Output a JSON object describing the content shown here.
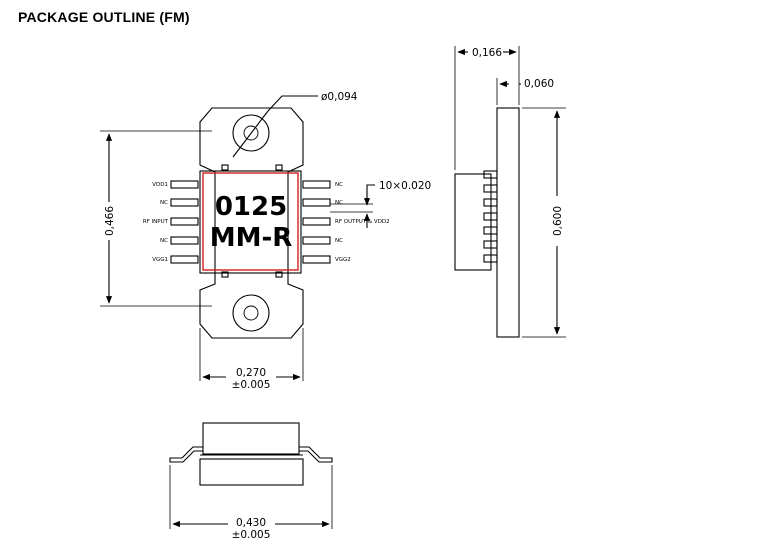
{
  "title": "PACKAGE OUTLINE (FM)",
  "part_marking": [
    "0125",
    "MM-R"
  ],
  "pins_left": [
    "VDD1",
    "NC",
    "RF INPUT",
    "NC",
    "VGG1"
  ],
  "pins_right": [
    "NC",
    "NC",
    "RF OUTPUT & VDD2",
    "NC",
    "VGG2"
  ],
  "dimensions": {
    "hole_diameter": "ø0,094",
    "lead_spec": "10×0.020",
    "height_top": "0,466",
    "body_width": "0,270",
    "body_tol": "±0.005",
    "side_thickness": "0,166",
    "side_lead_offset": "0,060",
    "side_height": "0,600",
    "overall_width": "0,430",
    "overall_tol": "±0.005"
  },
  "colors": {
    "outline": "#000000",
    "die_outline": "#d42020"
  }
}
